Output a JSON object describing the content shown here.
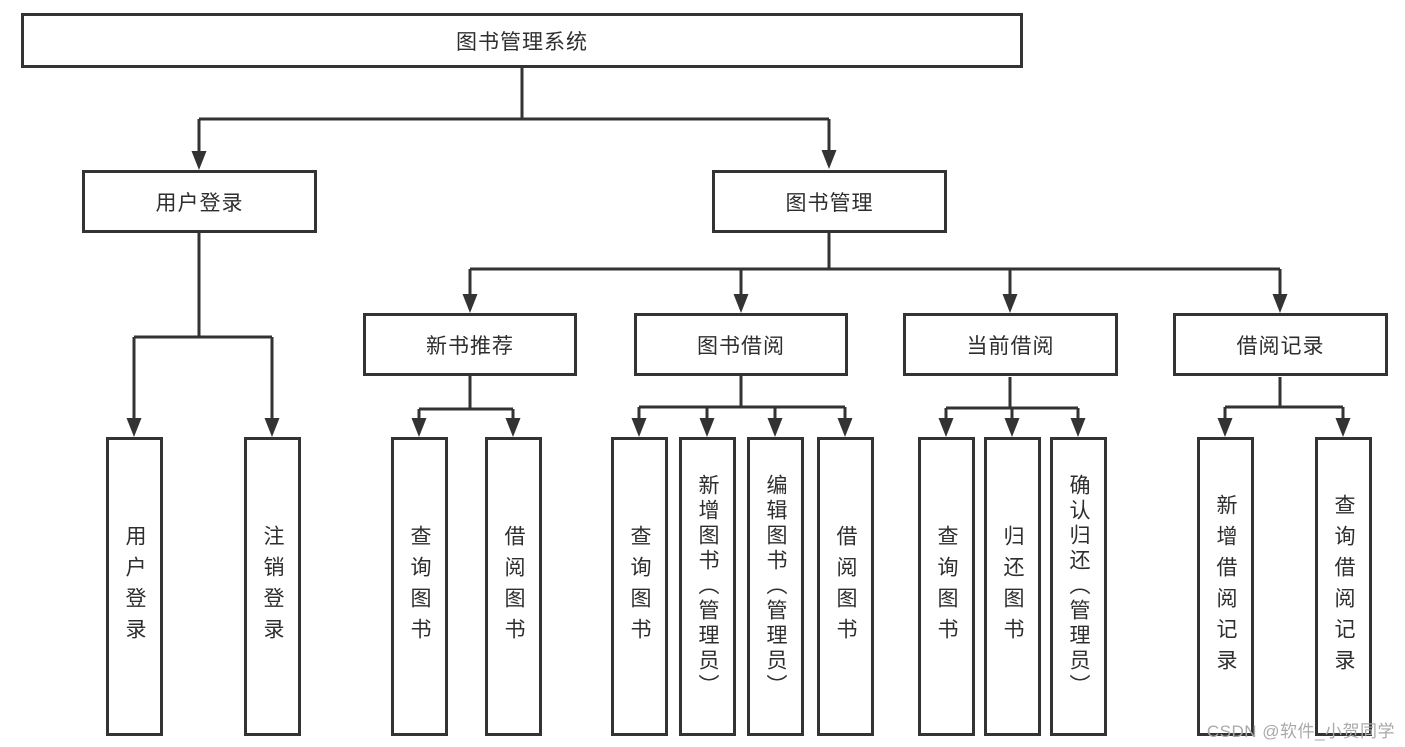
{
  "diagram_type": "hierarchy-tree",
  "tree": {
    "label": "图书管理系统",
    "children": [
      {
        "label": "用户登录",
        "children": [
          {
            "label": "用户登录"
          },
          {
            "label": "注销登录"
          }
        ]
      },
      {
        "label": "图书管理",
        "children": [
          {
            "label": "新书推荐",
            "children": [
              {
                "label": "查询图书"
              },
              {
                "label": "借阅图书"
              }
            ]
          },
          {
            "label": "图书借阅",
            "children": [
              {
                "label": "查询图书"
              },
              {
                "label": "新增图书（管理员）"
              },
              {
                "label": "编辑图书（管理员）"
              },
              {
                "label": "借阅图书"
              }
            ]
          },
          {
            "label": "当前借阅",
            "children": [
              {
                "label": "查询图书"
              },
              {
                "label": "归还图书"
              },
              {
                "label": "确认归还（管理员）"
              }
            ]
          },
          {
            "label": "借阅记录",
            "children": [
              {
                "label": "新增借阅记录"
              },
              {
                "label": "查询借阅记录"
              }
            ]
          }
        ]
      }
    ]
  },
  "watermark": "CSDN @软件_小贺同学",
  "colors": {
    "line": "#333333",
    "text": "#2e2e2e",
    "watermark": "#a9a9a9",
    "background": "#ffffff"
  }
}
